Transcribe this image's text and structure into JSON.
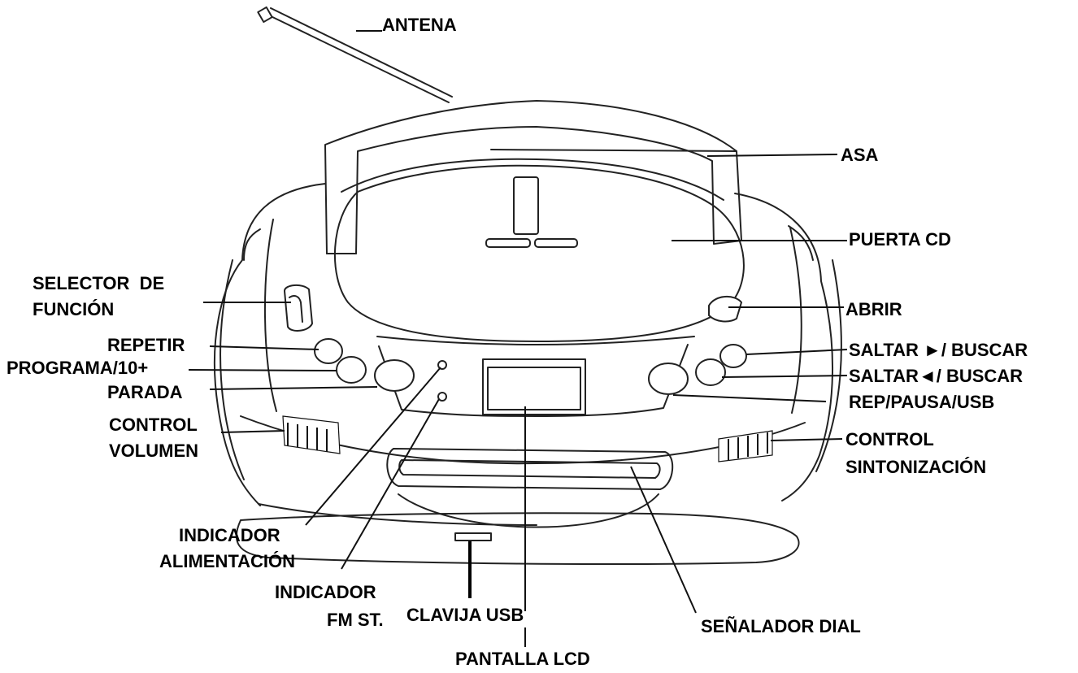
{
  "labels": {
    "antena": "ANTENA",
    "asa": "ASA",
    "puerta_cd": "PUERTA CD",
    "selector_1": "SELECTOR  DE",
    "selector_2": "FUNCIÓN",
    "abrir": "ABRIR",
    "repetir": "REPETIR",
    "programa": "PROGRAMA/10+",
    "parada": "PARADA",
    "saltar_fwd": "SALTAR ►/ BUSCAR",
    "saltar_back": "SALTAR◄/ BUSCAR",
    "rep_pausa": "REP/PAUSA/USB",
    "control_vol_1": "CONTROL",
    "control_vol_2": "VOLUMEN",
    "control_sint_1": "CONTROL",
    "control_sint_2": "SINTONIZACIÓN",
    "ind_alim_1": "INDICADOR",
    "ind_alim_2": "ALIMENTACIÓN",
    "ind_fm_1": "INDICADOR",
    "ind_fm_2": "FM ST.",
    "clavija_usb": "CLAVIJA USB",
    "senalador_dial": "SEÑALADOR DIAL",
    "pantalla_lcd": "PANTALLA LCD"
  }
}
